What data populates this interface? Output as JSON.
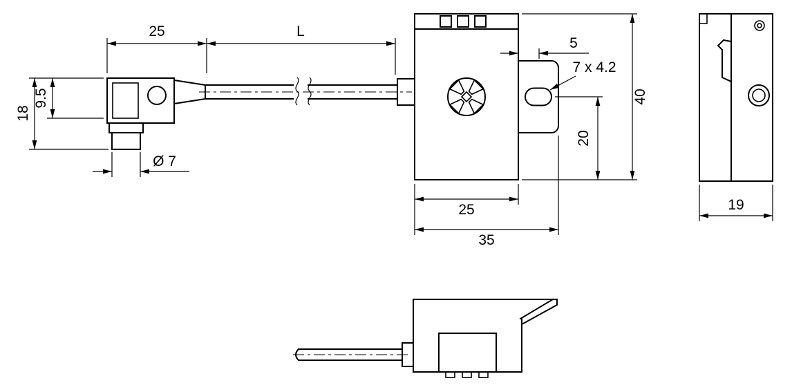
{
  "colors": {
    "line": "#000000",
    "background": "#ffffff"
  },
  "dimensions": {
    "connector_length": "25",
    "cable_length": "L",
    "connector_height": "18",
    "connector_upper_height": "9.5",
    "connector_diameter": "Ø 7",
    "bracket_tab_width": "5",
    "mounting_slot": "7 x 4.2",
    "housing_height": "40",
    "slot_center_from_bottom": "20",
    "housing_width": "25",
    "overall_width_with_bracket": "35",
    "housing_depth": "19"
  }
}
